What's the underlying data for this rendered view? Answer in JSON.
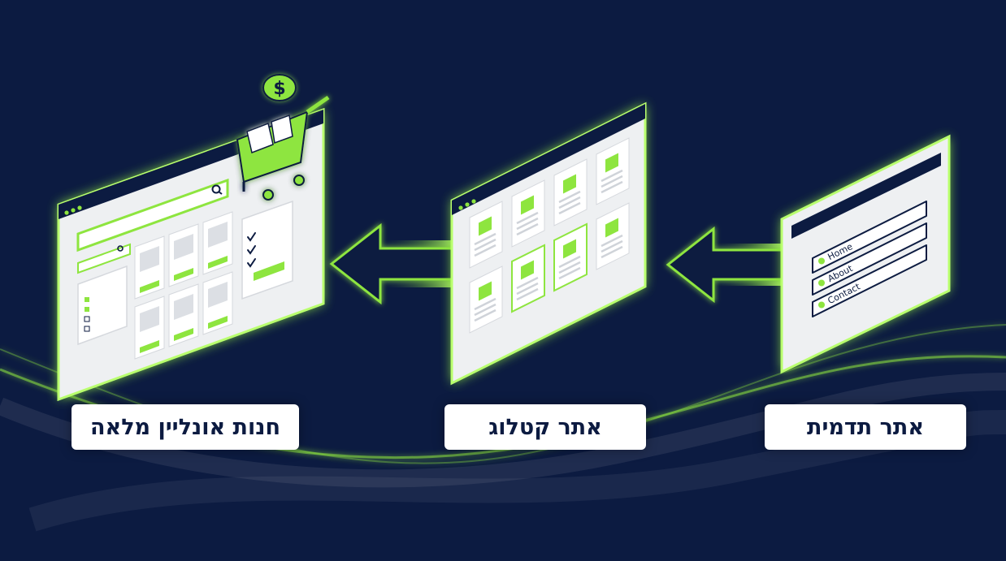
{
  "stages": [
    {
      "id": "store",
      "label": "חנות אונליין מלאה"
    },
    {
      "id": "catalog",
      "label": "אתר קטלוג"
    },
    {
      "id": "image",
      "label": "אתר תדמית"
    }
  ],
  "image_site_menu": [
    "Home",
    "About",
    "Contact"
  ],
  "cart_price_symbol": "$",
  "colors": {
    "background": "#0c1b41",
    "accent": "#8ee53f",
    "glow": "#6cff2a",
    "navy": "#0c1b41",
    "panel": "#f2f3f5",
    "card": "#dcdfe4"
  },
  "icons": [
    "search-icon",
    "shopping-cart-icon",
    "dollar-coin-icon",
    "checkmark-icon",
    "cart-small-icon",
    "arrow-left-icon"
  ]
}
